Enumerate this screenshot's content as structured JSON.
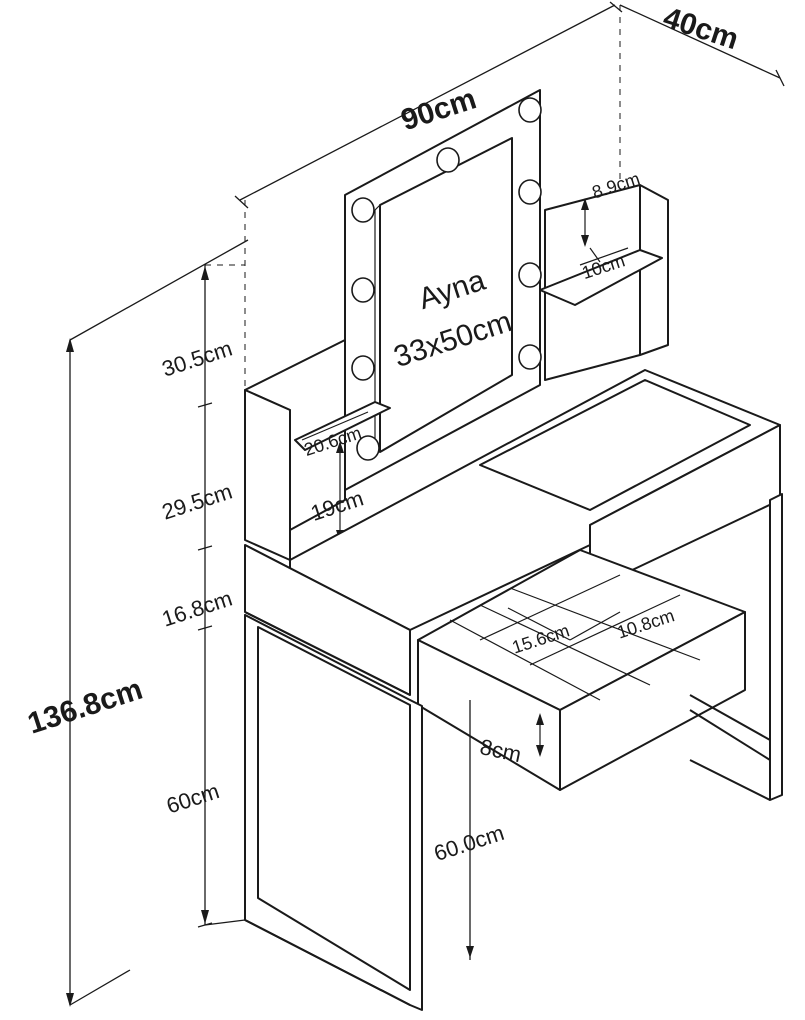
{
  "dimensions": {
    "width": "90cm",
    "depth": "40cm",
    "total_height": "136.8cm",
    "upper_section": "30.5cm",
    "middle_section": "29.5cm",
    "drawer_band": "16.8cm",
    "leg_height": "60cm",
    "shelf_spacing_top": "8.9cm",
    "shelf_depth_right": "10cm",
    "shelf_depth_left": "20.6cm",
    "shelf_height_left": "19cm",
    "compartment_a": "15.6cm",
    "compartment_b": "10.8cm",
    "drawer_depth": "8cm",
    "table_height": "60.0cm"
  },
  "mirror": {
    "label": "Ayna",
    "size": "33x50cm"
  },
  "colors": {
    "line": "#1a1a1a",
    "background": "#ffffff"
  }
}
